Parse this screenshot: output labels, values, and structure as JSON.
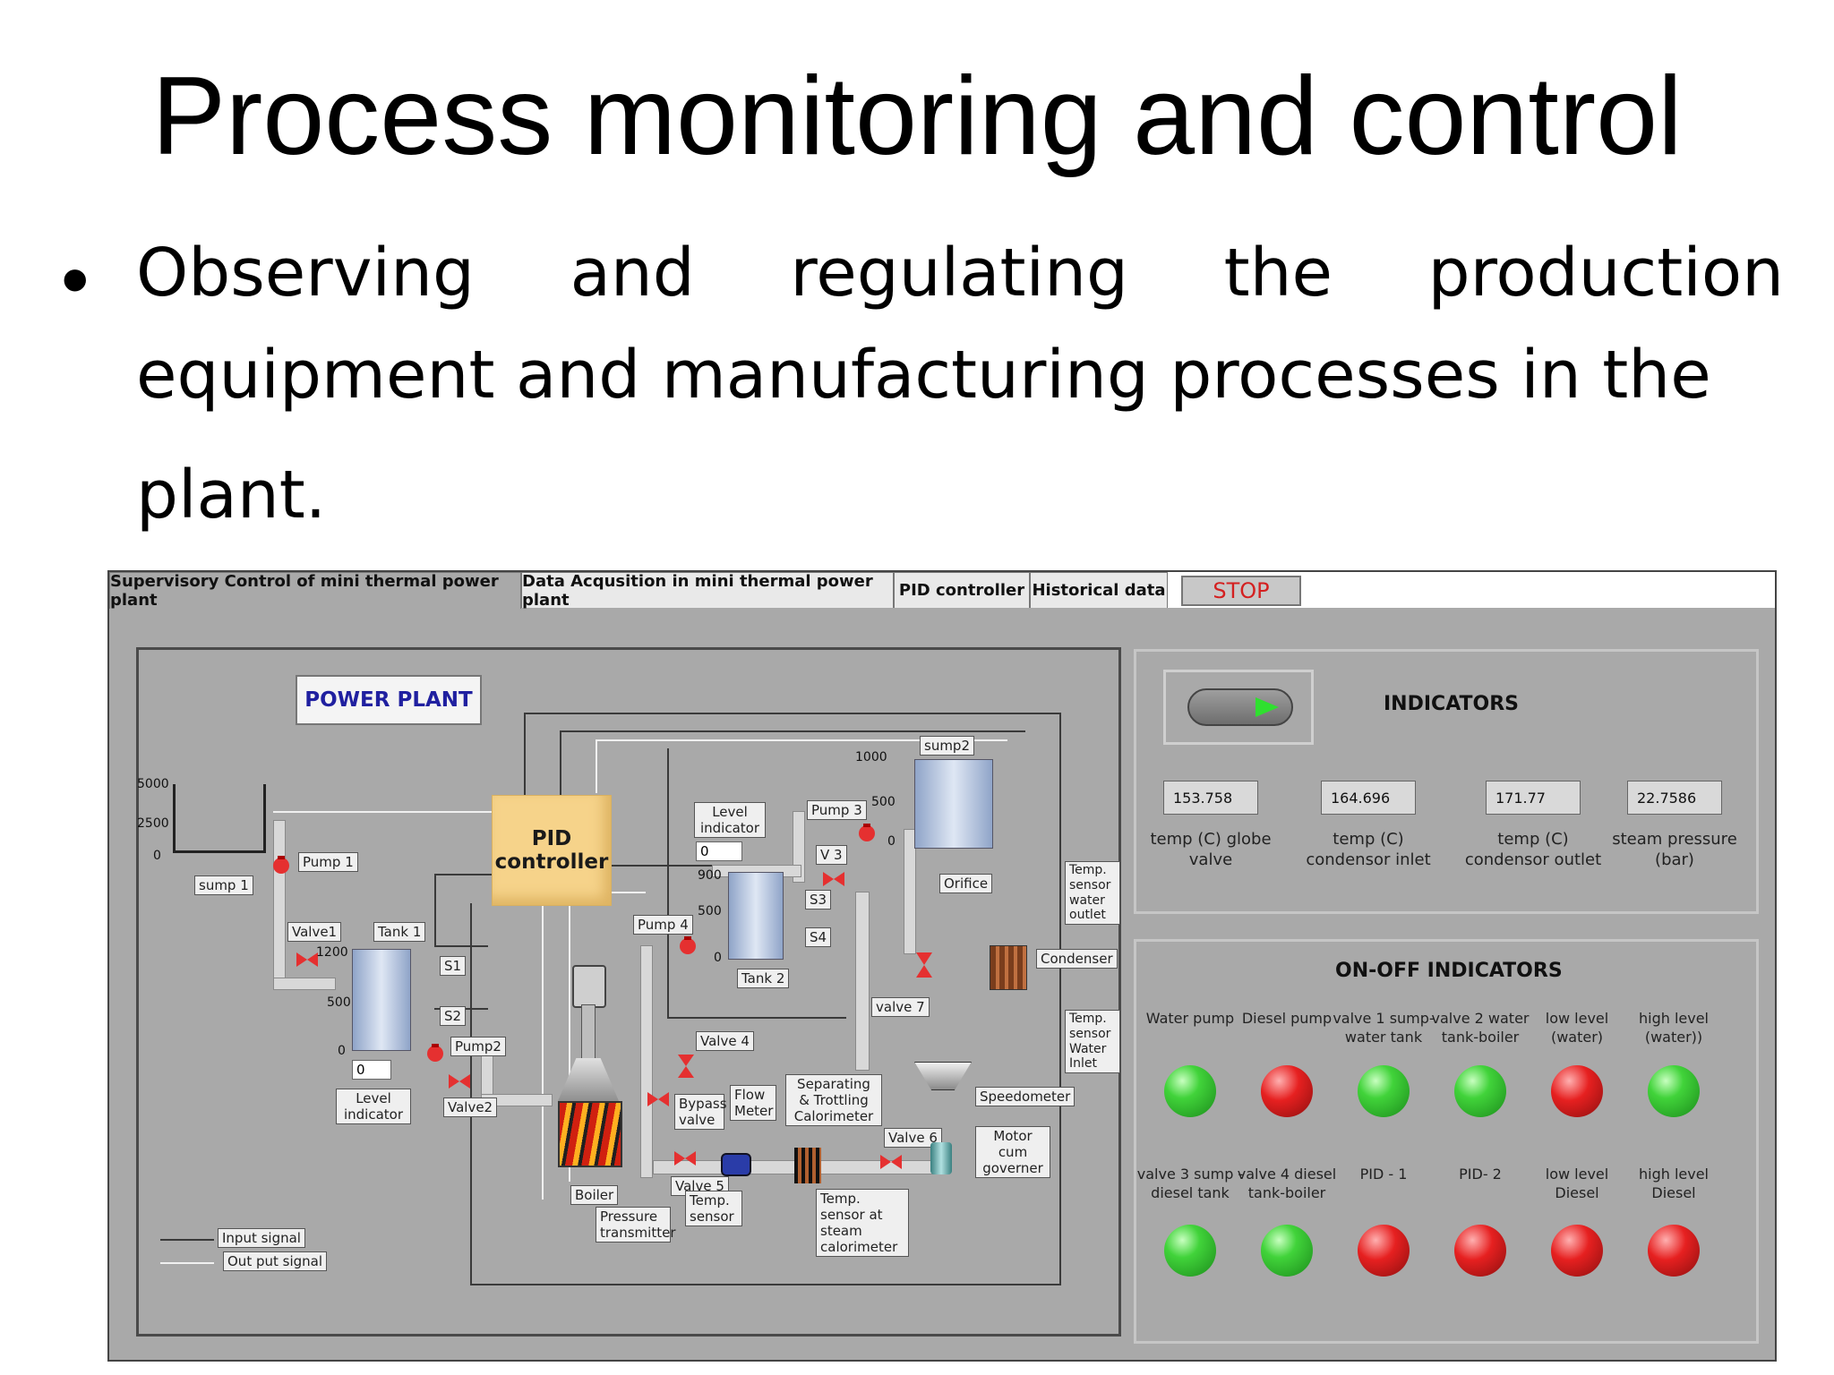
{
  "slide": {
    "title": "Process monitoring and control",
    "bullet_symbol": "•",
    "bullet_line1_words": [
      "Observing",
      "and",
      "regulating",
      "the",
      "production"
    ],
    "bullet_line2": "equipment and manufacturing processes in the",
    "bullet_line3": "plant."
  },
  "app": {
    "tabs": [
      "Supervisory Control of mini thermal power plant",
      "Data Acqusition in mini thermal power plant",
      "PID controller",
      "Historical data"
    ],
    "stop_label": "STOP",
    "plant": {
      "title": "POWER PLANT",
      "pid_label": "PID controller",
      "labels": {
        "sump1": "sump 1",
        "pump1": "Pump 1",
        "valve1": "Valve1",
        "tank1": "Tank 1",
        "s1": "S1",
        "s2": "S2",
        "pump2": "Pump2",
        "valve2": "Valve2",
        "level_ind_1": "Level indicator",
        "level_ind_2": "Level indicator",
        "pump3": "Pump 3",
        "pump4": "Pump 4",
        "v3": "V 3",
        "s3": "S3",
        "s4": "S4",
        "tank2": "Tank 2",
        "sump2": "sump2",
        "orifice": "Orifice",
        "temp_water_outlet": "Temp. sensor water outlet",
        "condenser": "Condenser",
        "temp_water_inlet": "Temp. sensor Water Inlet",
        "valve7": "valve 7",
        "valve4": "Valve 4",
        "bypass": "Bypass valve",
        "flow_meter": "Flow Meter",
        "separating": "Separating & Trottling Calorimeter",
        "valve6": "Valve 6",
        "speedometer": "Speedometer",
        "motor": "Motor cum governer",
        "valve5": "Valve 5",
        "boiler": "Boiler",
        "pressure_tx": "Pressure transmitter",
        "temp_sensor": "Temp. sensor",
        "temp_steam": "Temp. sensor at steam calorimeter",
        "input_signal": "Input signal",
        "output_signal": "Out put signal"
      },
      "ticks": {
        "sump1": [
          "5000",
          "2500",
          "0"
        ],
        "tank1": [
          "1200",
          "500",
          "0"
        ],
        "tank2": [
          "900",
          "500",
          "0"
        ],
        "sump2": [
          "1000",
          "500",
          "0"
        ]
      },
      "level_values": {
        "tank1": "0",
        "tank2": "0"
      }
    },
    "indicators": {
      "title": "INDICATORS",
      "readouts": [
        {
          "value": "153.758",
          "label": "temp (C) globe valve"
        },
        {
          "value": "164.696",
          "label": "temp (C) condensor inlet"
        },
        {
          "value": "171.77",
          "label": "temp (C) condensor outlet"
        },
        {
          "value": "22.7586",
          "label": "steam pressure (bar)"
        }
      ]
    },
    "onoff": {
      "title": "ON-OFF INDICATORS",
      "row1": [
        {
          "label": "Water pump",
          "state": "on"
        },
        {
          "label": "Diesel pump",
          "state": "off"
        },
        {
          "label": "valve 1 sump-water tank",
          "state": "on"
        },
        {
          "label": "valve 2 water tank-boiler",
          "state": "on"
        },
        {
          "label": "low level (water)",
          "state": "off"
        },
        {
          "label": "high level (water))",
          "state": "on"
        }
      ],
      "row2": [
        {
          "label": "valve 3 sump - diesel tank",
          "state": "on"
        },
        {
          "label": "valve 4 diesel tank-boiler",
          "state": "on"
        },
        {
          "label": "PID - 1",
          "state": "off"
        },
        {
          "label": "PID- 2",
          "state": "off"
        },
        {
          "label": "low level Diesel",
          "state": "off"
        },
        {
          "label": "high level Diesel",
          "state": "off"
        }
      ]
    },
    "colors": {
      "led_on": "#41d33a",
      "led_off": "#e62020",
      "panel_bg": "#a9a9a9",
      "pid_box": "#f6d38a",
      "title_blue": "#2020a0"
    }
  }
}
